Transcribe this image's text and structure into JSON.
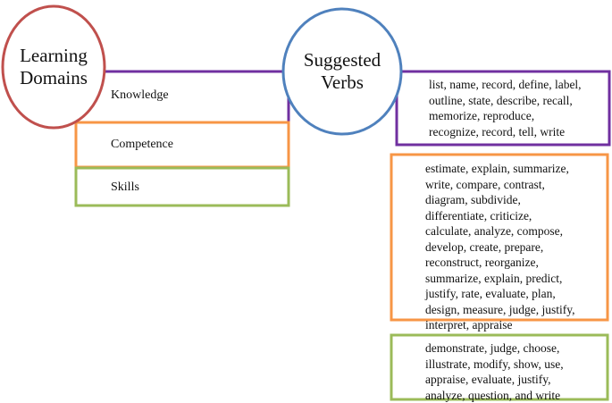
{
  "colors": {
    "red": "#c0504d",
    "blue": "#4f81bd",
    "purple": "#7030a0",
    "orange": "#f79646",
    "green": "#9bbb59"
  },
  "circles": {
    "left": "Learning\nDomains",
    "right": "Suggested\nVerbs"
  },
  "domains": {
    "knowledge": "Knowledge",
    "competence": "Competence",
    "skills": "Skills"
  },
  "verbs": {
    "knowledge": "list, name, record, define, label,\noutline, state, describe, recall,\nmemorize, reproduce,\nrecognize, record, tell, write",
    "competence": "estimate, explain, summarize,\nwrite, compare, contrast,\ndiagram, subdivide,\ndifferentiate, criticize,\ncalculate, analyze, compose,\ndevelop, create, prepare,\nreconstruct, reorganize,\nsummarize, explain, predict,\njustify, rate, evaluate, plan,\ndesign, measure, judge, justify,\ninterpret, appraise",
    "skills": "demonstrate, judge, choose,\nillustrate, modify, show, use,\nappraise, evaluate, justify,\nanalyze, question, and write"
  }
}
